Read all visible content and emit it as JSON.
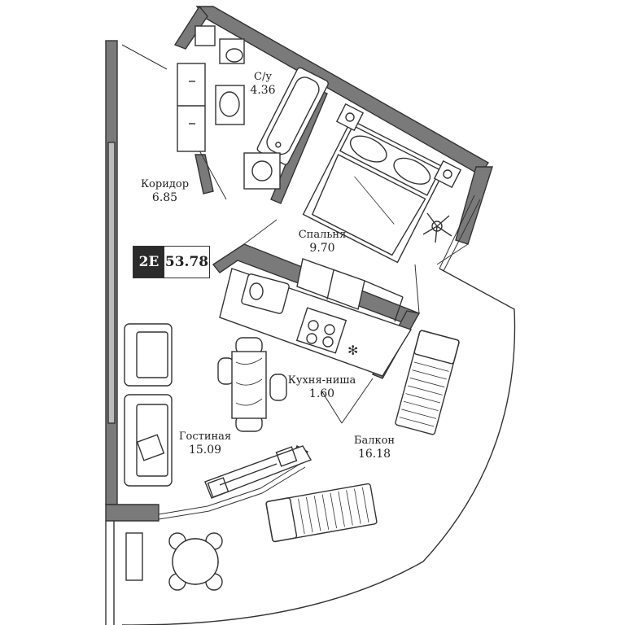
{
  "apartment": {
    "type": "2E",
    "total_area": "53.78"
  },
  "rooms": [
    {
      "id": "bathroom",
      "name": "С/у",
      "area": "4.36"
    },
    {
      "id": "corridor",
      "name": "Коридор",
      "area": "6.85"
    },
    {
      "id": "bedroom",
      "name": "Спальня",
      "area": "9.70"
    },
    {
      "id": "kitchen",
      "name": "Кухня-ниша",
      "area": "1.60"
    },
    {
      "id": "living",
      "name": "Гостиная",
      "area": "15.09"
    },
    {
      "id": "balcony",
      "name": "Балкон",
      "area": "16.18"
    }
  ],
  "colors": {
    "wall": "#6e6e6e",
    "line": "#333333",
    "furniture_fill": "#ffffff",
    "badge_dark": "#2b2b2b"
  }
}
